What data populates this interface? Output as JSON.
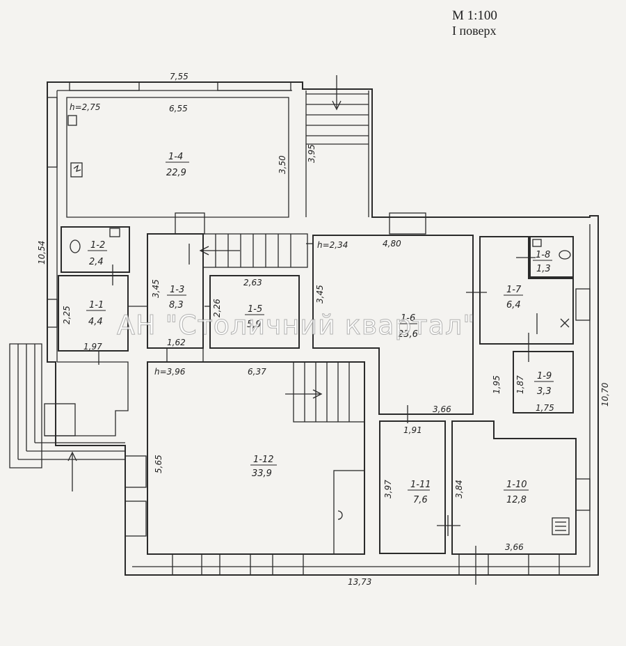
{
  "header": {
    "scale": "M 1:100",
    "floor": "I поверх"
  },
  "watermark": "АН \"Столичний квартал\"",
  "rooms": [
    {
      "id": "1-4",
      "area": "22,9"
    },
    {
      "id": "1-2",
      "area": "2,4"
    },
    {
      "id": "1-1",
      "area": "4,4"
    },
    {
      "id": "1-3",
      "area": "8,3"
    },
    {
      "id": "1-5",
      "area": "5,9"
    },
    {
      "id": "1-6",
      "area": "23,6"
    },
    {
      "id": "1-7",
      "area": "6,4"
    },
    {
      "id": "1-8",
      "area": "1,3"
    },
    {
      "id": "1-9",
      "area": "3,3"
    },
    {
      "id": "1-10",
      "area": "12,8"
    },
    {
      "id": "1-11",
      "area": "7,6"
    },
    {
      "id": "1-12",
      "area": "33,9"
    }
  ],
  "dimensions": {
    "top_outer": "7,55",
    "r14_width": "6,55",
    "r14_height": "3,50",
    "stair_top": "3,95",
    "left_outer": "10,54",
    "r11_height": "2,25",
    "r11_width": "1,97",
    "r13_height": "3,45",
    "r13_width": "1,62",
    "r15_width": "2,63",
    "r15_height": "2,26",
    "r16_width": "4,80",
    "r16_height": "3,45",
    "r16_right": "1,95",
    "r16_bottom": "3,66",
    "r19_height": "1,87",
    "r19_width": "1,75",
    "right_outer": "10,70",
    "r112_width": "6,37",
    "r112_height": "5,65",
    "r111_width": "1,91",
    "r111_height": "3,97",
    "r110_height": "3,84",
    "r110_width": "3,66",
    "bottom_outer": "13,73"
  },
  "heights": {
    "h1": "h=2,75",
    "h2": "h=2,34",
    "h3": "h=3,96"
  }
}
